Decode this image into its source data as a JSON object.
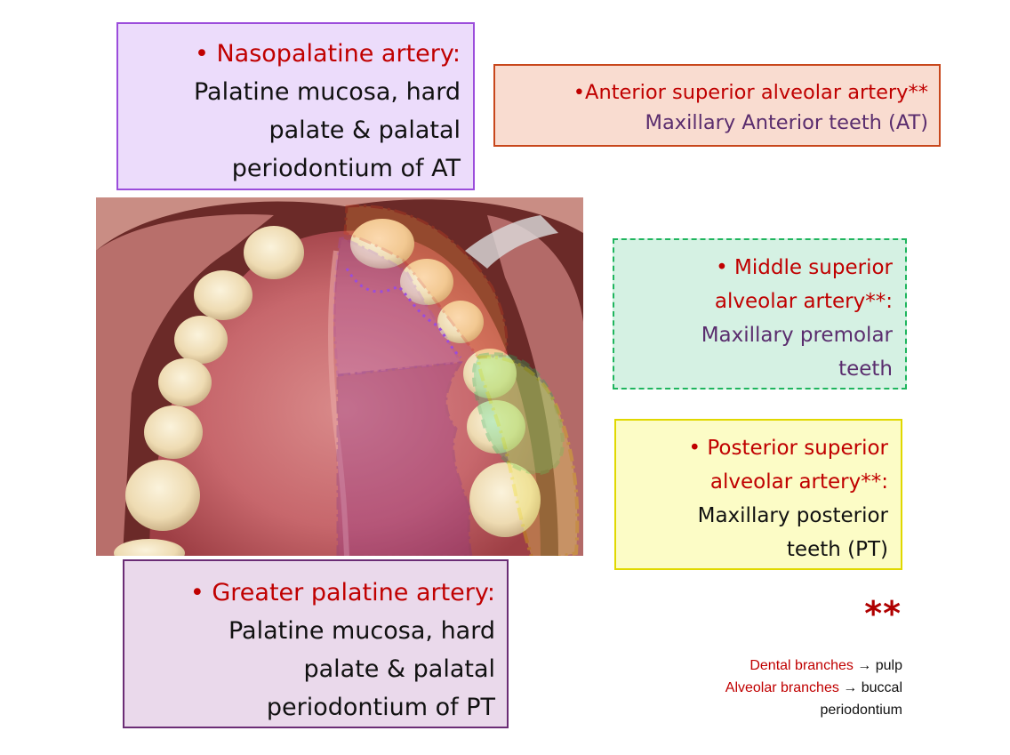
{
  "nasopalatine": {
    "title": "• Nasopalatine artery:",
    "lines": [
      "Palatine mucosa, hard",
      "palate & palatal",
      "periodontium of AT"
    ]
  },
  "anterior_superior": {
    "title": "•Anterior superior alveolar artery**",
    "line": "Maxillary Anterior teeth (AT)"
  },
  "middle_superior": {
    "title_lines": [
      "• Middle superior",
      "alveolar artery**:"
    ],
    "lines": [
      "Maxillary premolar",
      "teeth"
    ]
  },
  "posterior_superior": {
    "title_lines": [
      "• Posterior superior",
      "alveolar artery**:"
    ],
    "lines": [
      "Maxillary posterior",
      "teeth (PT)"
    ]
  },
  "greater_palatine": {
    "title": "• Greater palatine artery:",
    "lines": [
      "Palatine mucosa, hard",
      "palate & palatal",
      "periodontium of PT"
    ]
  },
  "footnote": {
    "stars": "**",
    "dental": "Dental branches",
    "arrow1": " → pulp",
    "alveolar": "Alveolar branches",
    "arrow2": " → buccal",
    "last": "periodontium"
  },
  "colors": {
    "nasopalatine_region": "#9b4ddb",
    "anterior_region": "#e0461c",
    "middle_region": "#1fb55e",
    "posterior_region": "#f0e000",
    "greater_palatine_region": "#7a2d8c"
  }
}
